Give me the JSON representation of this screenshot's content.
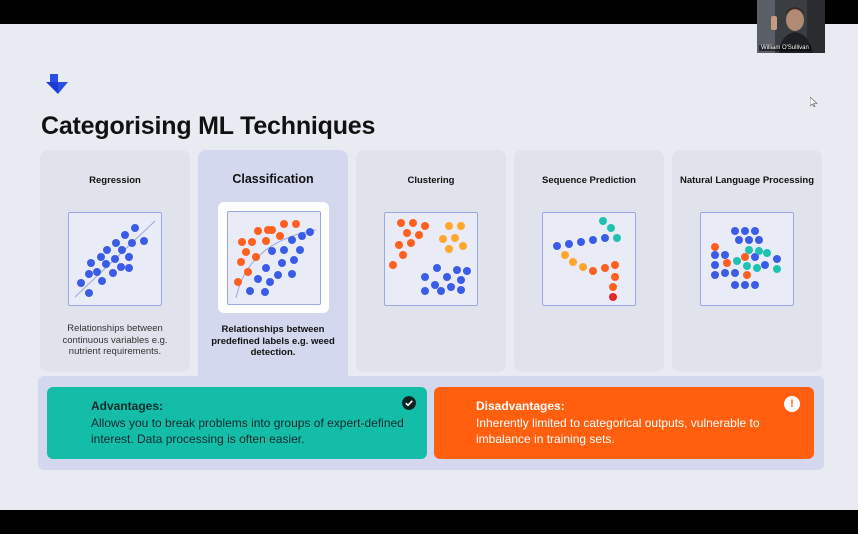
{
  "slide": {
    "title": "Categorising ML Techniques"
  },
  "cards": [
    {
      "title": "Regression",
      "desc": "Relationships between continuous variables e.g. nutrient requirements."
    },
    {
      "title": "Classification",
      "desc": "Relationships between predefined labels e.g. weed detection."
    },
    {
      "title": "Clustering",
      "desc": ""
    },
    {
      "title": "Sequence Prediction",
      "desc": ""
    },
    {
      "title": "Natural Language Processing",
      "desc": ""
    }
  ],
  "advantages": {
    "title": "Advantages:",
    "text": "Allows you to break problems into groups of expert-defined interest. Data processing is often easier.",
    "icon": "check-circle-icon",
    "color": "#14bda8"
  },
  "disadvantages": {
    "title": "Disadvantages:",
    "text": "Inherently limited to categorical outputs, vulnerable to imbalance in training sets.",
    "icon": "alert-circle-icon",
    "color": "#ff5f0f"
  },
  "video": {
    "participant": "William O'Sullivan"
  },
  "colors": {
    "blue": "#3b5ce6",
    "orange": "#ff5f1f",
    "amber": "#ffa62b",
    "teal": "#1ec2b0",
    "red": "#e0282a"
  }
}
